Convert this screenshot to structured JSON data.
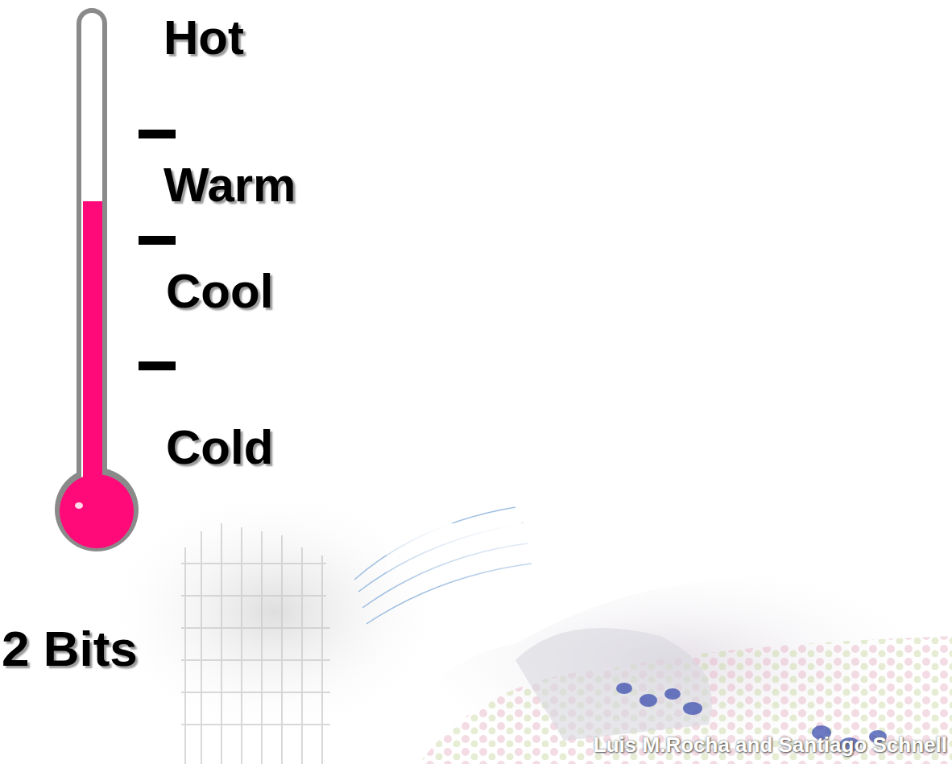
{
  "diagram": {
    "labels": [
      "Hot",
      "Warm",
      "Cool",
      "Cold",
      "2 Bits",
      "Luis M.Rocha and Santiago Schnell"
    ]
  }
}
